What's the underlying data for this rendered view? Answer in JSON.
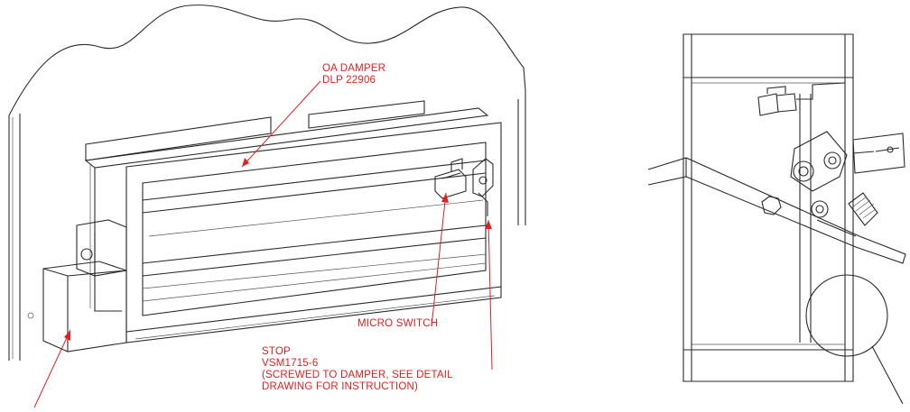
{
  "labels": {
    "oa_damper": {
      "line1": "OA DAMPER",
      "line2": "DLP 22906"
    },
    "micro_switch": "MICRO SWITCH",
    "stop": {
      "line1": "STOP",
      "line2": "VSM1715-6",
      "line3": "(SCREWED TO DAMPER, SEE DETAIL",
      "line4": "DRAWING FOR INSTRUCTION)"
    }
  },
  "colors": {
    "annotation": "#e02020",
    "linework": "#2a2a2a",
    "background": "#ffffff"
  }
}
